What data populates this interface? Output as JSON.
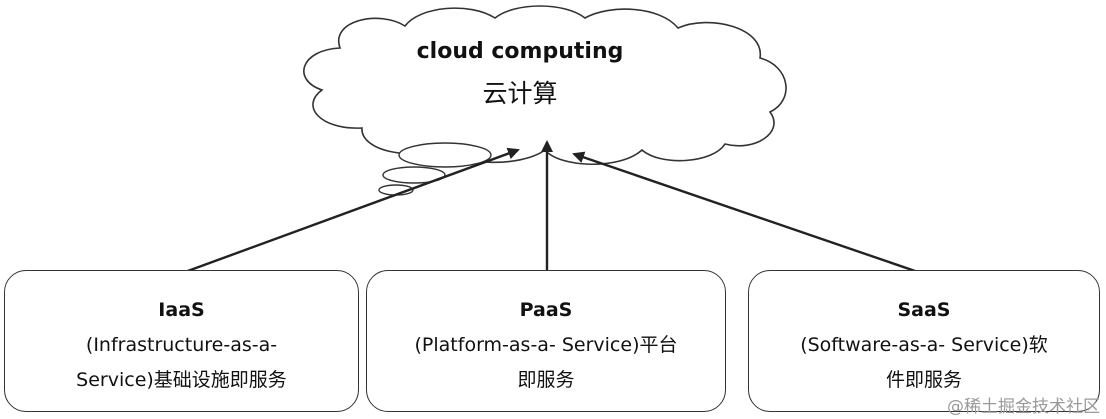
{
  "cloud": {
    "title": "cloud computing",
    "subtitle": "云计算"
  },
  "boxes": [
    {
      "title": "IaaS",
      "desc_line1": "(Infrastructure-as-a-",
      "desc_line2": "Service)基础设施即服务"
    },
    {
      "title": "PaaS",
      "desc_line1": "(Platform-as-a- Service)平台",
      "desc_line2": "即服务"
    },
    {
      "title": "SaaS",
      "desc_line1": "(Software-as-a- Service)软",
      "desc_line2": "件即服务"
    }
  ],
  "watermark": "@稀土掘金技术社区",
  "colors": {
    "line": "#222222",
    "background": "#ffffff",
    "watermark": "#9a9a9a"
  }
}
